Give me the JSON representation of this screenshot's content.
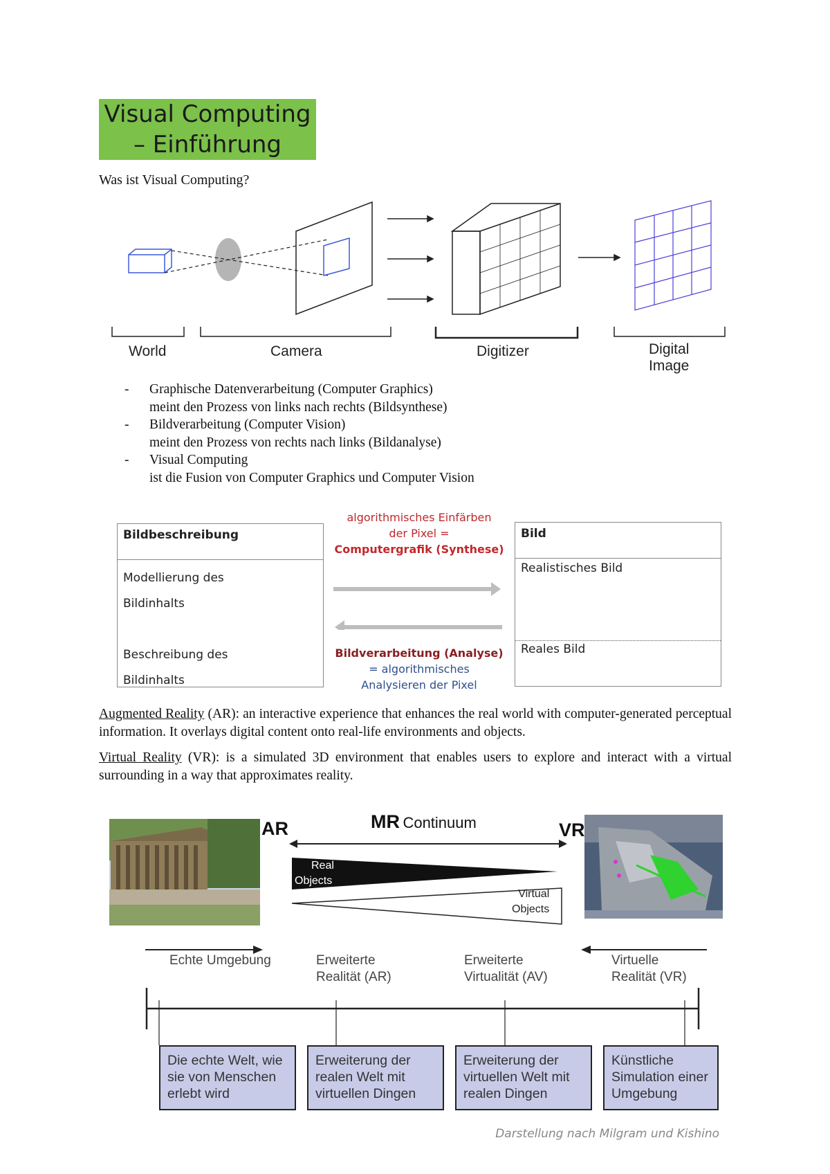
{
  "title": {
    "line1": "Visual Computing",
    "line2": "– Einführung"
  },
  "question": "Was ist Visual Computing?",
  "pipeline": {
    "world": "World",
    "camera": "Camera",
    "digitizer": "Digitizer",
    "digital": "Digital",
    "image": "Image"
  },
  "bullets": [
    {
      "dash": "-",
      "head": "Graphische Datenverarbeitung (Computer Graphics)",
      "sub": "meint den Prozess von links nach rechts (Bildsynthese)"
    },
    {
      "dash": "-",
      "head": "Bildverarbeitung (Computer Vision)",
      "sub": "meint den Prozess von rechts nach links (Bildanalyse)"
    },
    {
      "dash": "-",
      "head": "Visual Computing",
      "sub": "ist die Fusion von Computer Graphics und Computer Vision"
    }
  ],
  "flow": {
    "left_head": "Bildbeschreibung",
    "left_item1a": "Modellierung des",
    "left_item1b": "Bildinhalts",
    "left_item2a": "Beschreibung des",
    "left_item2b": "Bildinhalts",
    "right_head": "Bild",
    "right_item1": "Realistisches Bild",
    "right_item2": "Reales Bild",
    "top_line1": "algorithmisches Einfärben",
    "top_line2": "der Pixel =",
    "top_line3": "Computergrafik (Synthese)",
    "bottom_line1": "Bildverarbeitung (Analyse)",
    "bottom_line2": "= algorithmisches",
    "bottom_line3": "Analysieren der Pixel"
  },
  "ar_para": {
    "term": "Augmented Reality",
    "rest": " (AR): an interactive experience that enhances the real world with computer-generated perceptual information. It overlays digital content onto real-life environments and objects."
  },
  "vr_para": {
    "term": "Virtual Reality",
    "rest": " (VR): is a simulated 3D environment that enables users to explore and interact with a virtual surrounding in a way that approximates reality."
  },
  "mr": {
    "ar": "AR",
    "vr": "VR",
    "mr": "MR",
    "continuum": "Continuum",
    "real_objects_1": "Real",
    "real_objects_2": "Objects",
    "virtual_objects_1": "Virtual",
    "virtual_objects_2": "Objects",
    "stages": [
      {
        "l1": "Echte Umgebung",
        "l2": ""
      },
      {
        "l1": "Erweiterte",
        "l2": "Realität (AR)"
      },
      {
        "l1": "Erweiterte",
        "l2": "Virtualität (AV)"
      },
      {
        "l1": "Virtuelle",
        "l2": "Realität (VR)"
      }
    ],
    "boxes": [
      {
        "l1": "Die echte Welt, wie",
        "l2": "sie von Menschen",
        "l3": "erlebt wird"
      },
      {
        "l1": "Erweiterung der",
        "l2": "realen Welt mit",
        "l3": "virtuellen Dingen"
      },
      {
        "l1": "Erweiterung der",
        "l2": "virtuellen Welt mit",
        "l3": "realen Dingen"
      },
      {
        "l1": "Künstliche",
        "l2": "Simulation einer",
        "l3": "Umgebung"
      }
    ],
    "credit": "Darstellung nach Milgram und Kishino"
  },
  "colors": {
    "title_bg": "#7bc14a",
    "synthesis": "#c0282d",
    "analysis": "#8a1f23",
    "analysis_sub": "#2f4f8c",
    "stage_box": "#c8cbe8"
  }
}
